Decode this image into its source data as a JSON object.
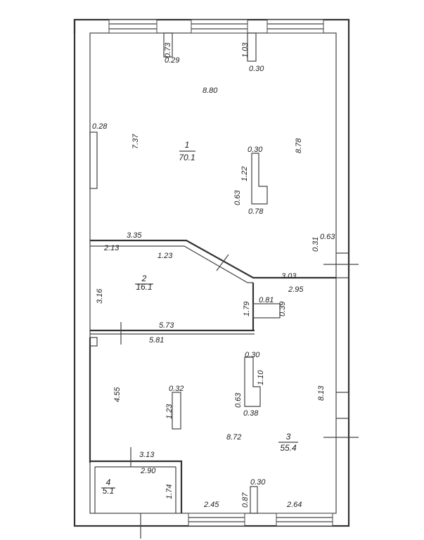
{
  "rooms": [
    {
      "id": "1",
      "area": "70.1"
    },
    {
      "id": "2",
      "area": "16.1"
    },
    {
      "id": "3",
      "area": "55.4"
    },
    {
      "id": "4",
      "area": "5.1"
    }
  ],
  "dimensions": {
    "d_073": "0.73",
    "d_029": "0.29",
    "d_103": "1.03",
    "d_030a": "0.30",
    "d_880": "8.80",
    "d_028": "0.28",
    "d_737": "7.37",
    "d_878": "8.78",
    "d_030b": "0.30",
    "d_122": "1.22",
    "d_063a": "0.63",
    "d_078": "0.78",
    "d_335": "3.35",
    "d_213": "2.13",
    "d_123a": "1.23",
    "d_031": "0.31",
    "d_063b": "0.63",
    "d_303": "3.03",
    "d_295": "2.95",
    "d_316": "3.16",
    "d_179": "1.79",
    "d_081": "0.81",
    "d_039": "0.39",
    "d_573": "5.73",
    "d_581": "5.81",
    "d_030c": "0.30",
    "d_110": "1.10",
    "d_455": "4.55",
    "d_032": "0.32",
    "d_063c": "0.63",
    "d_038": "0.38",
    "d_123b": "1.23",
    "d_813": "8.13",
    "d_872": "8.72",
    "d_313": "3.13",
    "d_290": "2.90",
    "d_030d": "0.30",
    "d_174": "1.74",
    "d_087": "0.87",
    "d_245": "2.45",
    "d_264": "2.64"
  }
}
